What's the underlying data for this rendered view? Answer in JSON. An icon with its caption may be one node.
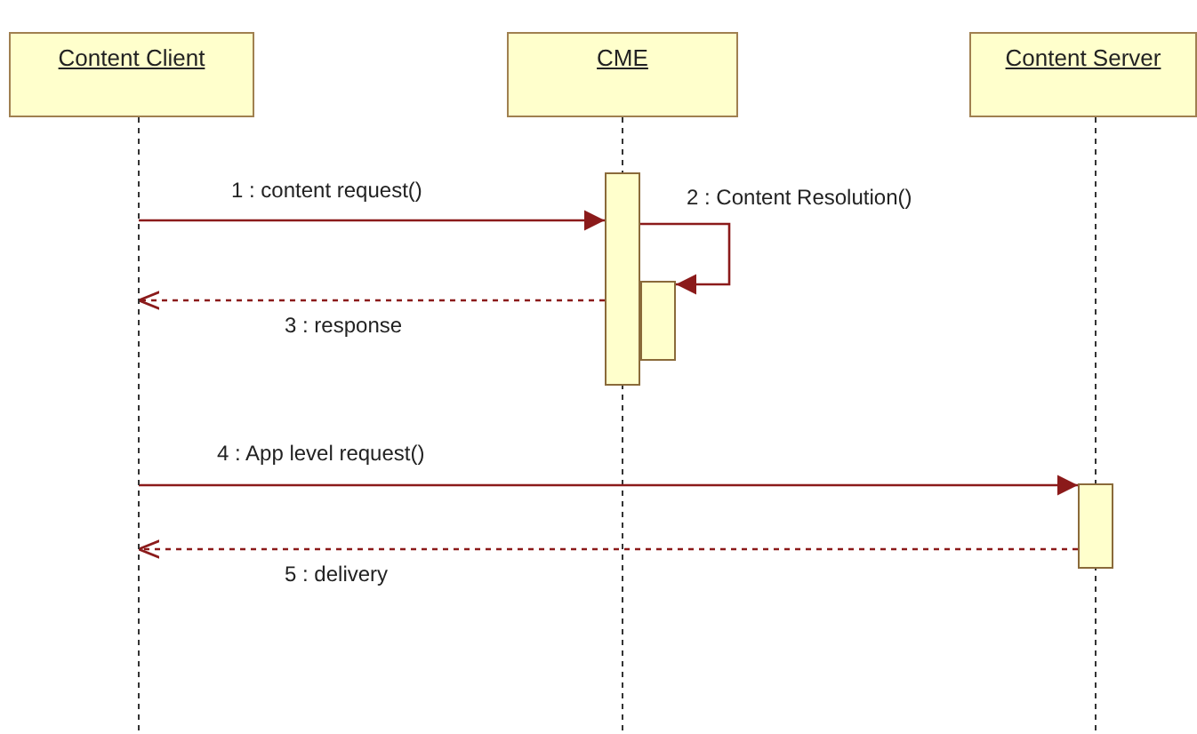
{
  "diagram": {
    "nodes": [
      {
        "text": [
          "Content Client"
        ]
      },
      {
        "text": [
          "CME"
        ]
      },
      {
        "text": [
          "Content Server"
        ]
      },
      {
        "text": [],
        "shape": "bar"
      },
      {
        "text": [],
        "shape": "bar"
      },
      {
        "text": [],
        "shape": "bar"
      }
    ],
    "edges": [
      {
        "from": 0,
        "to": 3,
        "arrow": "to",
        "label": "1 : content request()"
      },
      {
        "from": 3,
        "to": 4,
        "arrow": "to",
        "label": "2 : Content Resolution()"
      },
      {
        "from": 3,
        "to": 0,
        "arrow": "to",
        "label": "3 : response",
        "style": "dashed"
      },
      {
        "from": 0,
        "to": 5,
        "arrow": "to",
        "label": "4 : App level request()"
      },
      {
        "from": 5,
        "to": 0,
        "arrow": "to",
        "label": "5 : delivery",
        "style": "dashed"
      }
    ]
  }
}
